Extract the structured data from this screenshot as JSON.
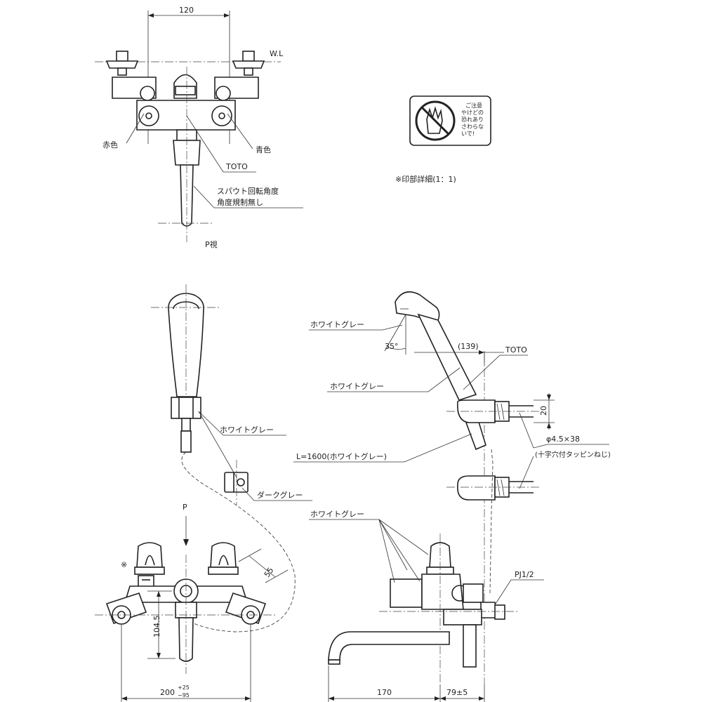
{
  "top_view": {
    "dim_width": "120",
    "wl": "W.L",
    "red": "赤色",
    "blue": "青色",
    "brand": "TOTO",
    "spout_note_1": "スパウト回転角度",
    "spout_note_2": "角度規制無し",
    "view_label": "P視"
  },
  "sticker": {
    "text_lines": [
      "ご注意",
      "やけどの",
      "恐れあり",
      "さわらな",
      "いで!"
    ],
    "caption": "※印部詳細(1：1)"
  },
  "shower": {
    "holder_label": "ホワイトグレー",
    "hose_label": "ダークグレー"
  },
  "front_view": {
    "p_label": "P",
    "mark": "※",
    "dim_55": "55",
    "dim_104": "104.5",
    "dim_200": "200",
    "tol_plus": "+25",
    "tol_minus": "−95"
  },
  "side_view": {
    "head_label": "ホワイトグレー",
    "angle": "35°",
    "dim_139": "(139)",
    "brand": "TOTO",
    "bracket_label": "ホワイトグレー",
    "dim_20": "20",
    "screw": "φ4.5×38",
    "screw_note": "(十字穴付タッピンねじ)",
    "hose": "L=1600(ホワイトグレー)",
    "body_label": "ホワイトグレー",
    "pipe": "PJ1/2",
    "dim_170": "170",
    "dim_79": "79±5"
  }
}
